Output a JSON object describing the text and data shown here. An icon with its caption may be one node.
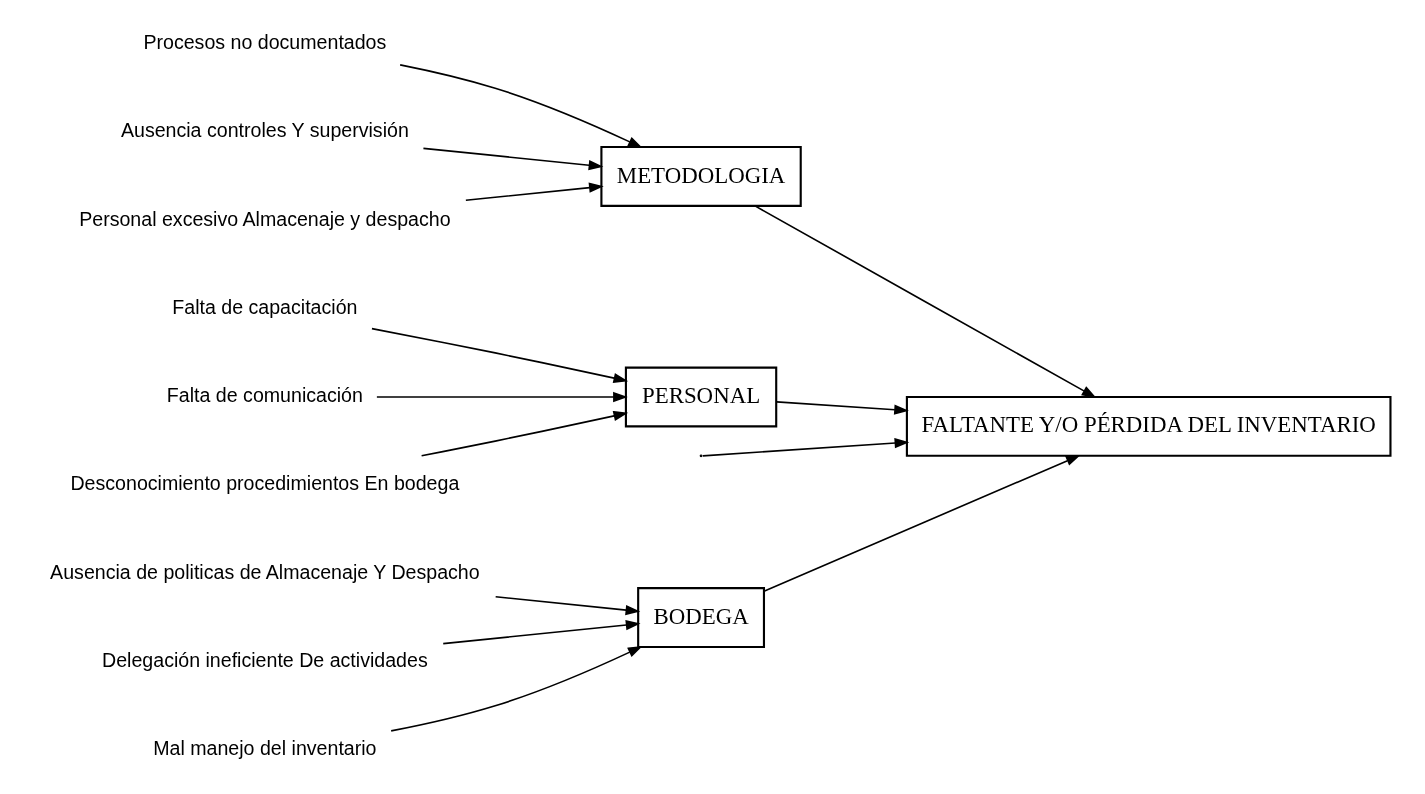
{
  "diagram": {
    "nodes": [
      {
        "text": [
          "BODEGA"
        ]
      },
      {
        "text": [
          "Ausencia de politicas de Almacenaje Y Despacho"
        ]
      },
      {
        "text": [
          "Delegación ineficiente De actividades"
        ]
      },
      {
        "text": [
          "Mal manejo del inventario"
        ]
      },
      {
        "text": [
          "FALTANTE Y/O PÉRDIDA DEL INVENTARIO"
        ]
      },
      {
        "text": [
          "Procesos no documentados"
        ]
      },
      {
        "text": [
          "Ausencia controles Y supervisión"
        ]
      },
      {
        "text": [
          "Personal excesivo Almacenaje y despacho"
        ]
      },
      {
        "text": [
          "Falta de capacitación"
        ]
      },
      {
        "text": [
          "Falta de comunicación"
        ]
      },
      {
        "text": [
          "Desconocimiento procedimientos En bodega"
        ]
      },
      {
        "text": [
          "METODOLOGIA"
        ]
      },
      {
        "text": [
          "PERSONAL"
        ]
      }
    ],
    "edges": [
      {
        "from": null,
        "to": 4,
        "arrow": "to"
      },
      {
        "from": 0,
        "to": 4,
        "arrow": "to"
      },
      {
        "from": 11,
        "to": 4,
        "arrow": "to"
      },
      {
        "from": 12,
        "to": 4,
        "arrow": "to"
      },
      {
        "from": 1,
        "to": 0,
        "arrow": "to"
      },
      {
        "from": 2,
        "to": 0,
        "arrow": "to"
      },
      {
        "from": 3,
        "to": 0,
        "arrow": "to"
      },
      {
        "from": 5,
        "to": 11,
        "arrow": "to"
      },
      {
        "from": 6,
        "to": 11,
        "arrow": "to"
      },
      {
        "from": 7,
        "to": 11,
        "arrow": "to"
      },
      {
        "from": 8,
        "to": 12,
        "arrow": "to"
      },
      {
        "from": 9,
        "to": 12,
        "arrow": "to"
      },
      {
        "from": 10,
        "to": 12,
        "arrow": "to"
      }
    ]
  }
}
